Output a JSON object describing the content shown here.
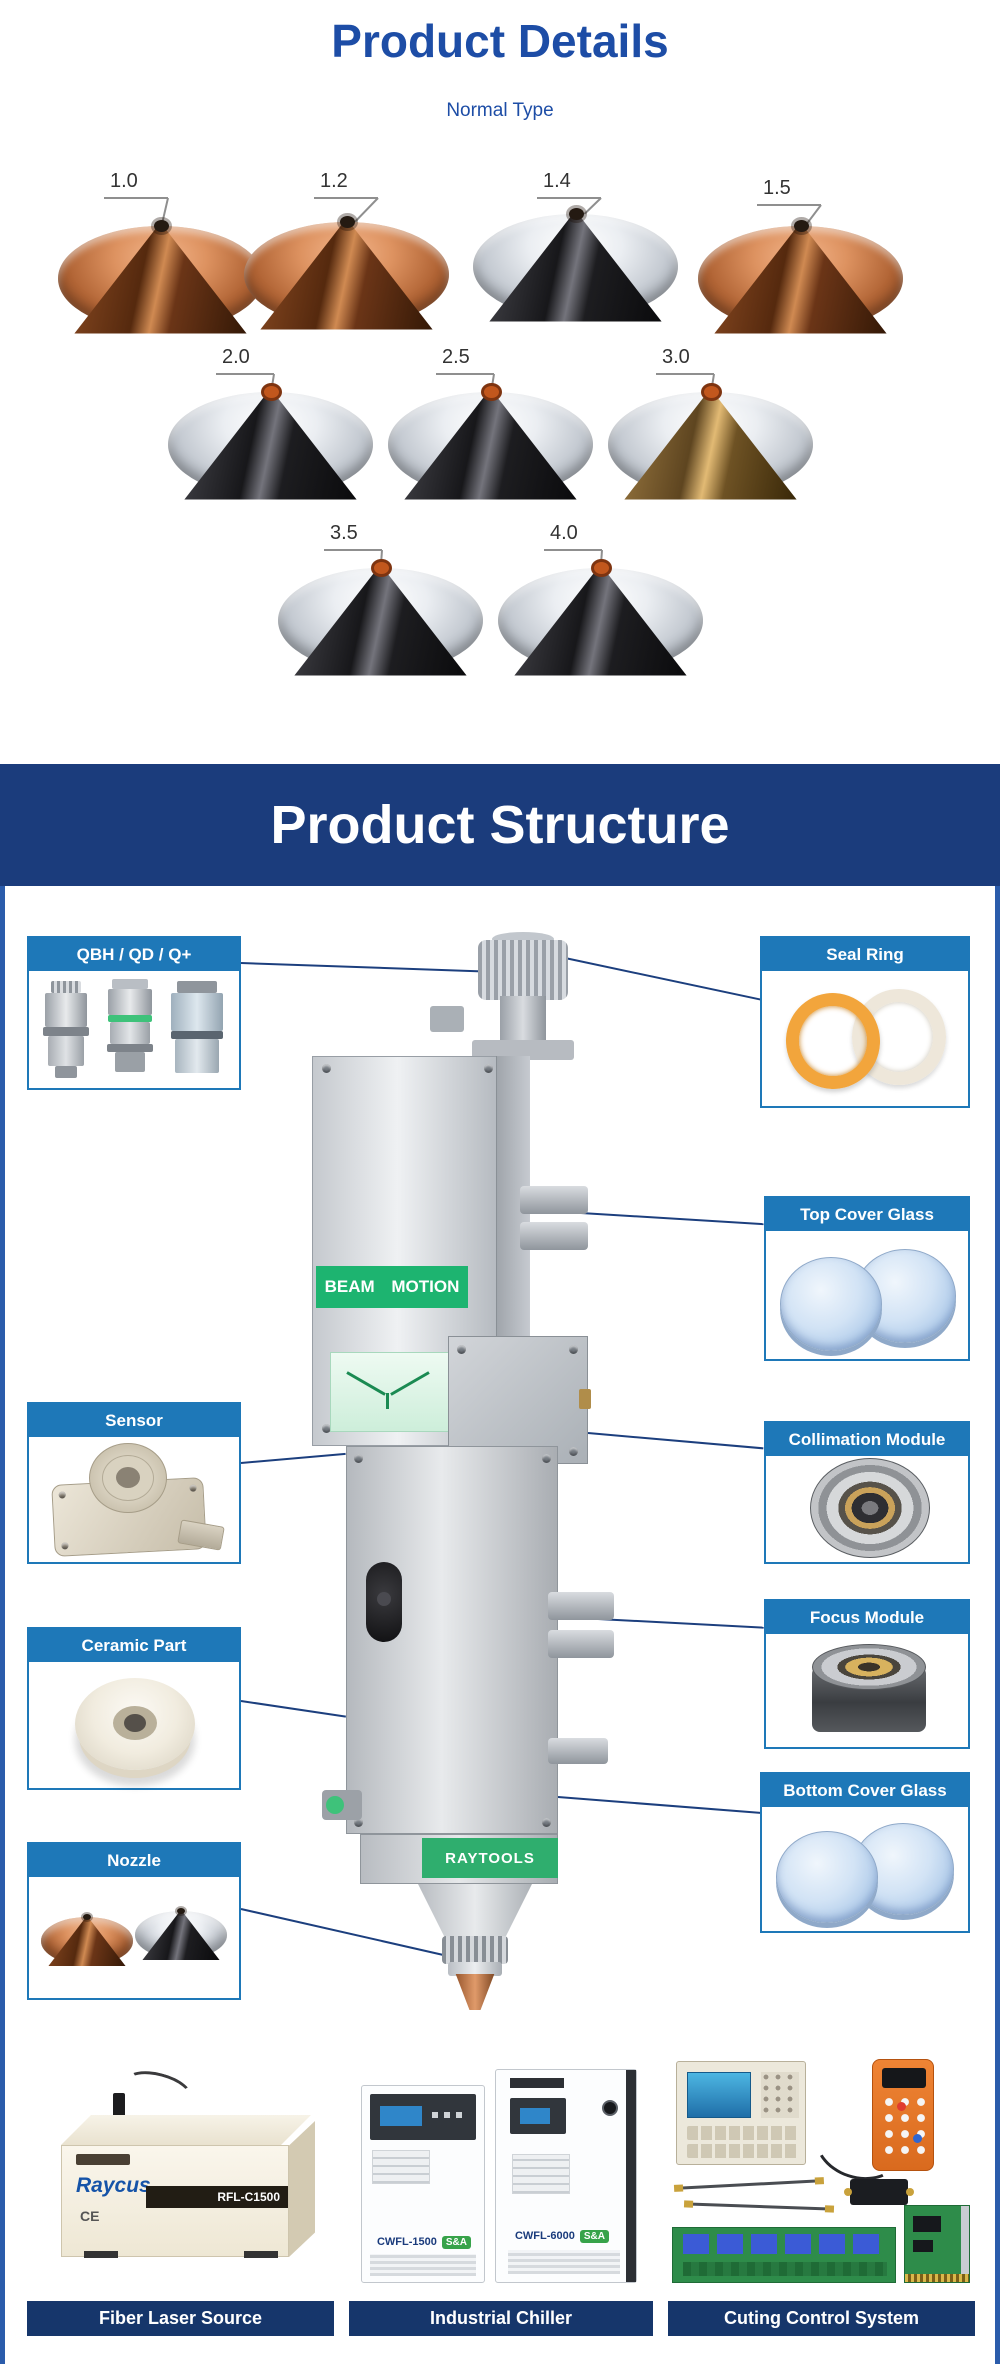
{
  "header": {
    "title": "Product Details",
    "subtitle": "Normal Type"
  },
  "nozzles": {
    "items": [
      {
        "label": "1.0"
      },
      {
        "label": "1.2"
      },
      {
        "label": "1.4"
      },
      {
        "label": "1.5"
      },
      {
        "label": "2.0"
      },
      {
        "label": "2.5"
      },
      {
        "label": "3.0"
      },
      {
        "label": "3.5"
      },
      {
        "label": "4.0"
      }
    ]
  },
  "structure": {
    "banner": "Product Structure",
    "callouts": {
      "qbh": "QBH / QD / Q+",
      "seal_ring": "Seal Ring",
      "top_cover_glass": "Top Cover Glass",
      "sensor": "Sensor",
      "collimation": "Collimation Module",
      "ceramic": "Ceramic Part",
      "focus": "Focus Module",
      "bottom_cover_glass": "Bottom Cover Glass",
      "nozzle": "Nozzle"
    },
    "head": {
      "beam_motion": "BEAM MOTION",
      "raytools": "RAYTOOLS"
    }
  },
  "bottom": {
    "laser_source": {
      "label": "Fiber Laser Source",
      "brand": "Raycus",
      "model": "RFL-C1500",
      "ce": "CE"
    },
    "chiller": {
      "label": "Industrial Chiller",
      "model_left": "CWFL-1500",
      "model_right": "CWFL-6000",
      "badge": "S&A"
    },
    "control": {
      "label": "Cuting Control System"
    }
  },
  "colors": {
    "title_blue": "#1d4da6",
    "banner_blue": "#1b3c7c",
    "callout_blue": "#1e78b8",
    "frame_blue": "#2b5cab",
    "footer_navy": "#16366b",
    "sticker_green": "#1db470",
    "raytools_green": "#2fae6e",
    "copper": "#b5643a",
    "badge_green": "#37a34a"
  }
}
